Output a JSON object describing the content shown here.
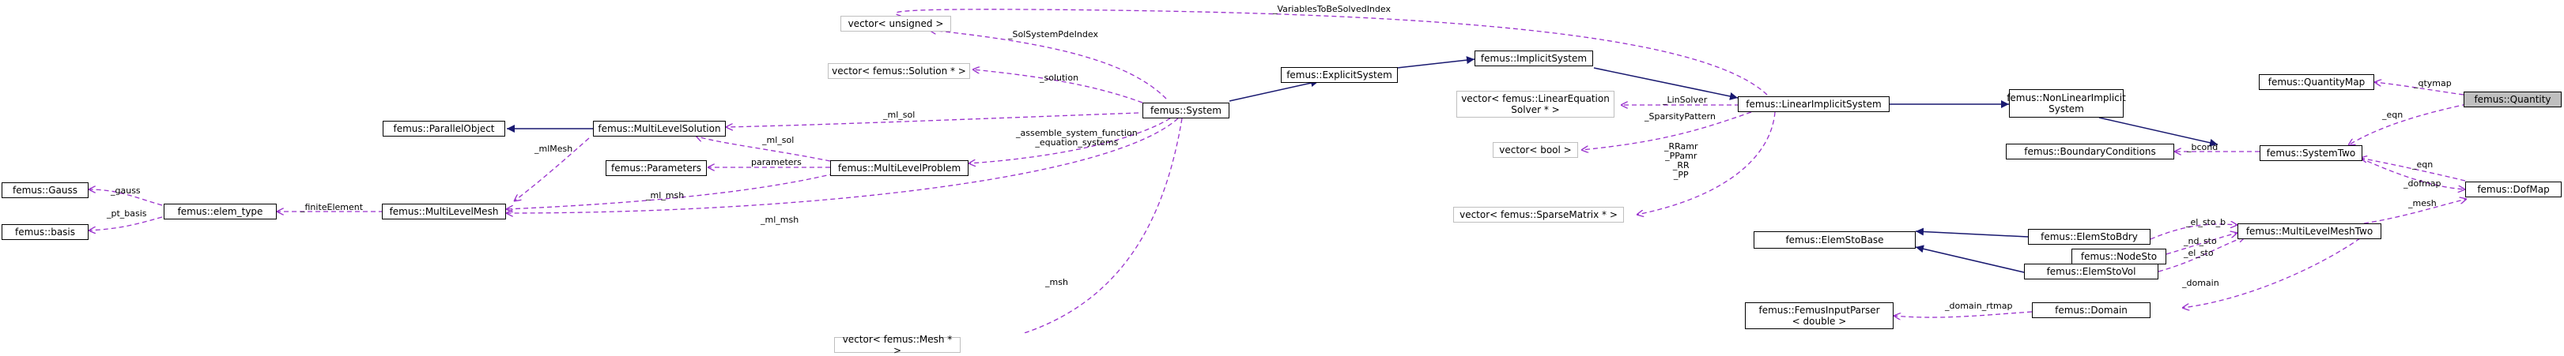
{
  "colors": {
    "inherit": "#191970",
    "usage": "#9a32cd",
    "ghost_border": "#bfbfbf",
    "highlight": "#bfbfbf"
  },
  "nodes": {
    "vector_unsigned": "vector< unsigned >",
    "vector_solution": "vector< femus::Solution * >",
    "parallel_object": "femus::ParallelObject",
    "multilevel_solution": "femus::MultiLevelSolution",
    "parameters": "femus::Parameters",
    "system": "femus::System",
    "explicit_system": "femus::ExplicitSystem",
    "implicit_system": "femus::ImplicitSystem",
    "vector_lineq": "vector< femus::LinearEquation\nSolver * >",
    "linear_implicit_system": "femus::LinearImplicitSystem",
    "vector_bool": "vector< bool >",
    "vector_sparse": "vector< femus::SparseMatrix * >",
    "multilevel_problem": "femus::MultiLevelProblem",
    "gauss": "femus::Gauss",
    "basis": "femus::basis",
    "elem_type": "femus::elem_type",
    "multilevel_mesh": "femus::MultiLevelMesh",
    "vector_mesh": "vector< femus::Mesh * >",
    "nonlinear_implicit_system": "femus::NonLinearImplicit\nSystem",
    "quantity_map": "femus::QuantityMap",
    "quantity": "femus::Quantity",
    "boundary_conditions": "femus::BoundaryConditions",
    "system_two": "femus::SystemTwo",
    "dof_map": "femus::DofMap",
    "elem_sto_bdry": "femus::ElemStoBdry",
    "node_sto": "femus::NodeSto",
    "elem_sto_base": "femus::ElemStoBase",
    "elem_sto_vol": "femus::ElemStoVol",
    "multilevel_mesh_two": "femus::MultiLevelMeshTwo",
    "femus_input_parser": "femus::FemusInputParser\n< double >",
    "domain": "femus::Domain"
  },
  "edge_labels": {
    "variables_to_be_solved_index": "_VariablesToBeSolvedIndex",
    "sol_system_pde_index": "_SolSystemPdeIndex",
    "solution": "_solution",
    "ml_sol_system": "_ml_sol",
    "ml_mesh_solution": "_mlMesh",
    "ml_sol_problem": "_ml_sol",
    "parameters": "parameters",
    "ml_msh_problem": "_ml_msh",
    "ml_msh_system": "_ml_msh",
    "assemble": "_assemble_system_function\n_equation_systems",
    "msh": "_msh",
    "finite_element": "_finiteElement",
    "gauss": "_gauss",
    "pt_basis": "_pt_basis",
    "lin_solver": "_LinSolver",
    "sparsity_pattern": "_SparsityPattern",
    "rr_pp": "_RRamr\n_PPamr\n_RR\n_PP",
    "qtymap": "_qtymap",
    "eqn_quantity": "_eqn",
    "bcond": "_bcond",
    "eqn_dofmap": "_eqn",
    "dofmap": "_dofmap",
    "mesh": "_mesh",
    "el_sto_b": "_el_sto_b",
    "nd_sto": "_nd_sto",
    "el_sto": "_el_sto",
    "domain": "_domain",
    "domain_rtmap": "_domain_rtmap"
  }
}
